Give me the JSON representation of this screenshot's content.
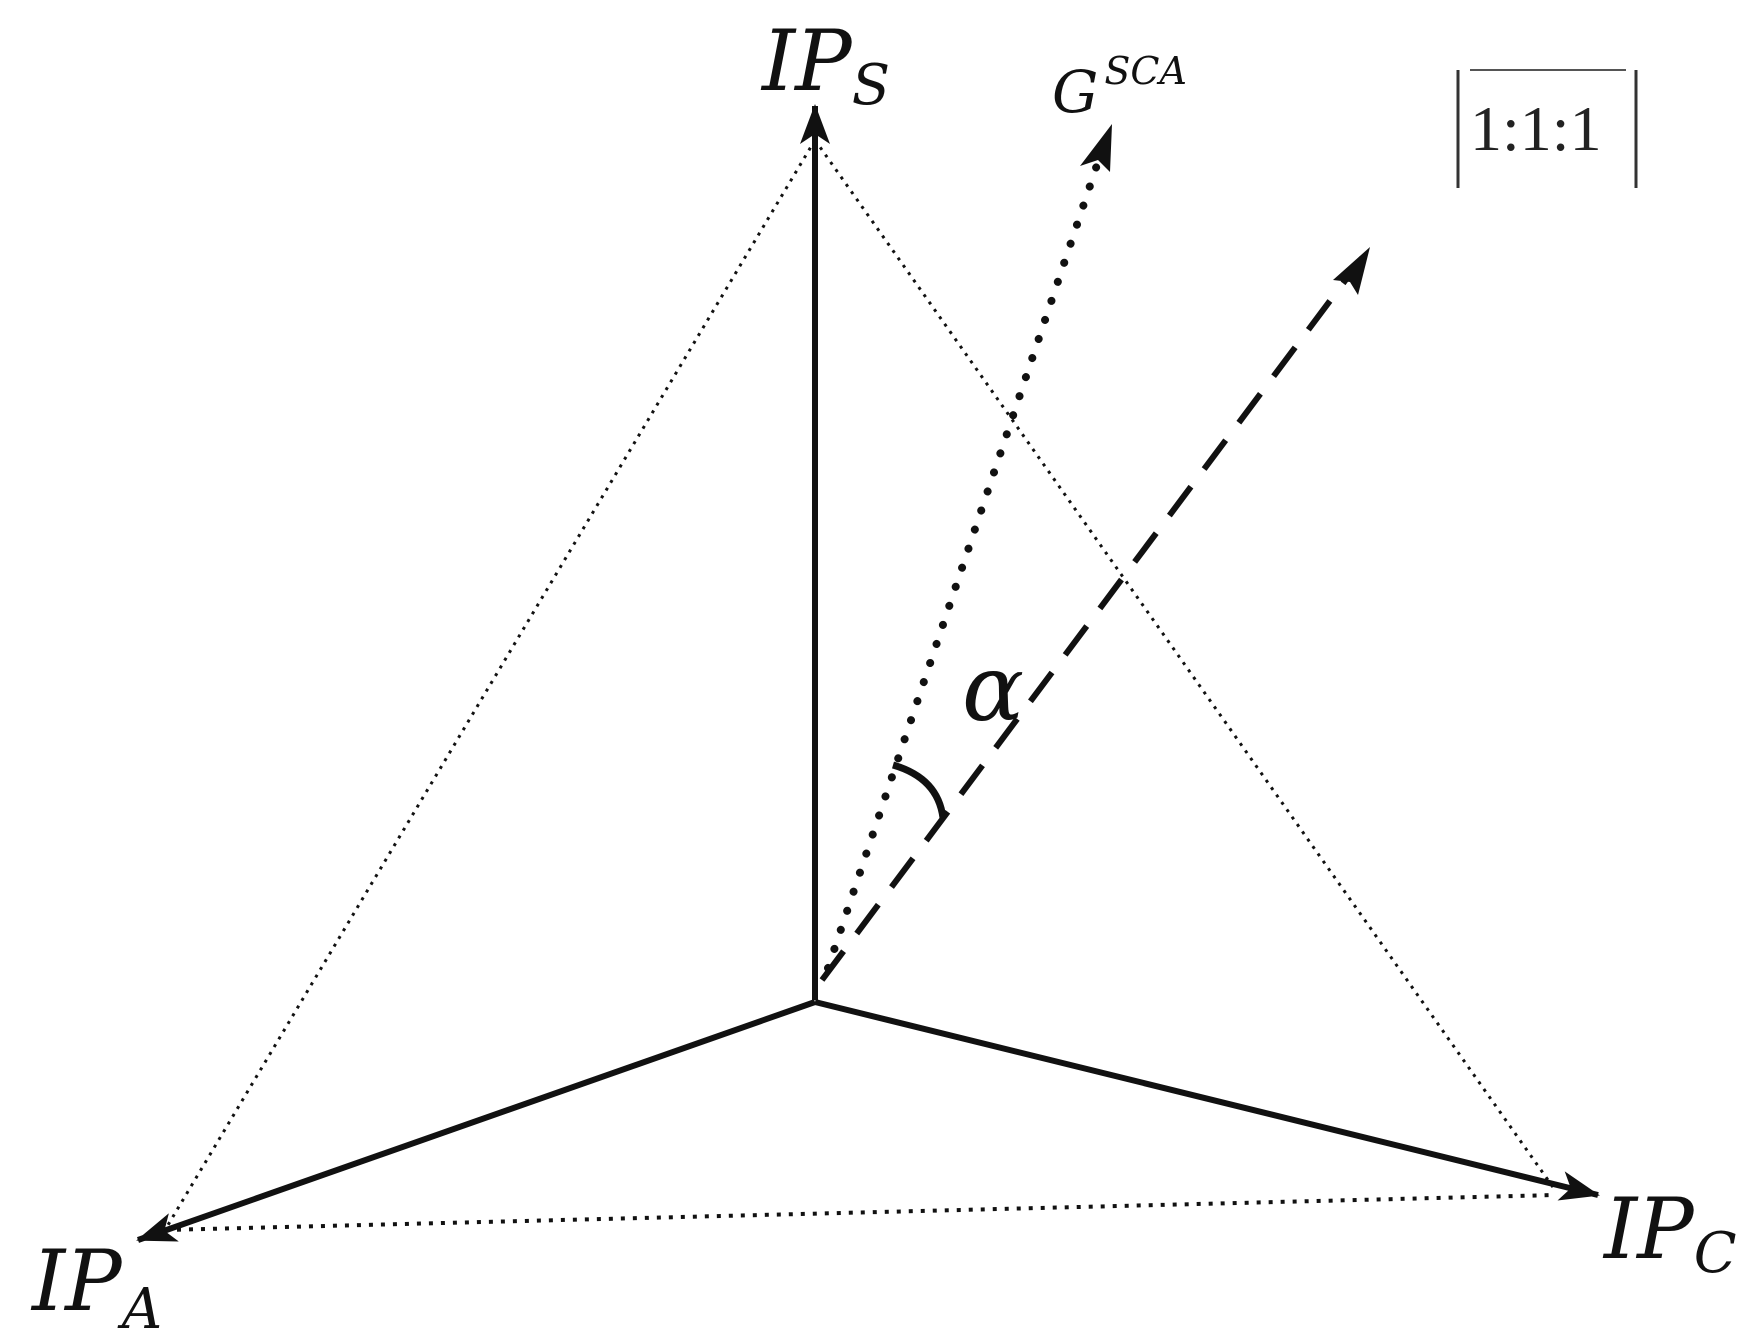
{
  "labels": {
    "ip_s": {
      "main": "IP",
      "sub": "S"
    },
    "ip_a": {
      "main": "IP",
      "sub": "A"
    },
    "ip_c": {
      "main": "IP",
      "sub": "C"
    },
    "g_sca": {
      "main": "G",
      "sup": "SCA"
    },
    "ratio": "1:1:1",
    "alpha": "α"
  },
  "colors": {
    "stroke": "#111111",
    "background": "#ffffff"
  }
}
